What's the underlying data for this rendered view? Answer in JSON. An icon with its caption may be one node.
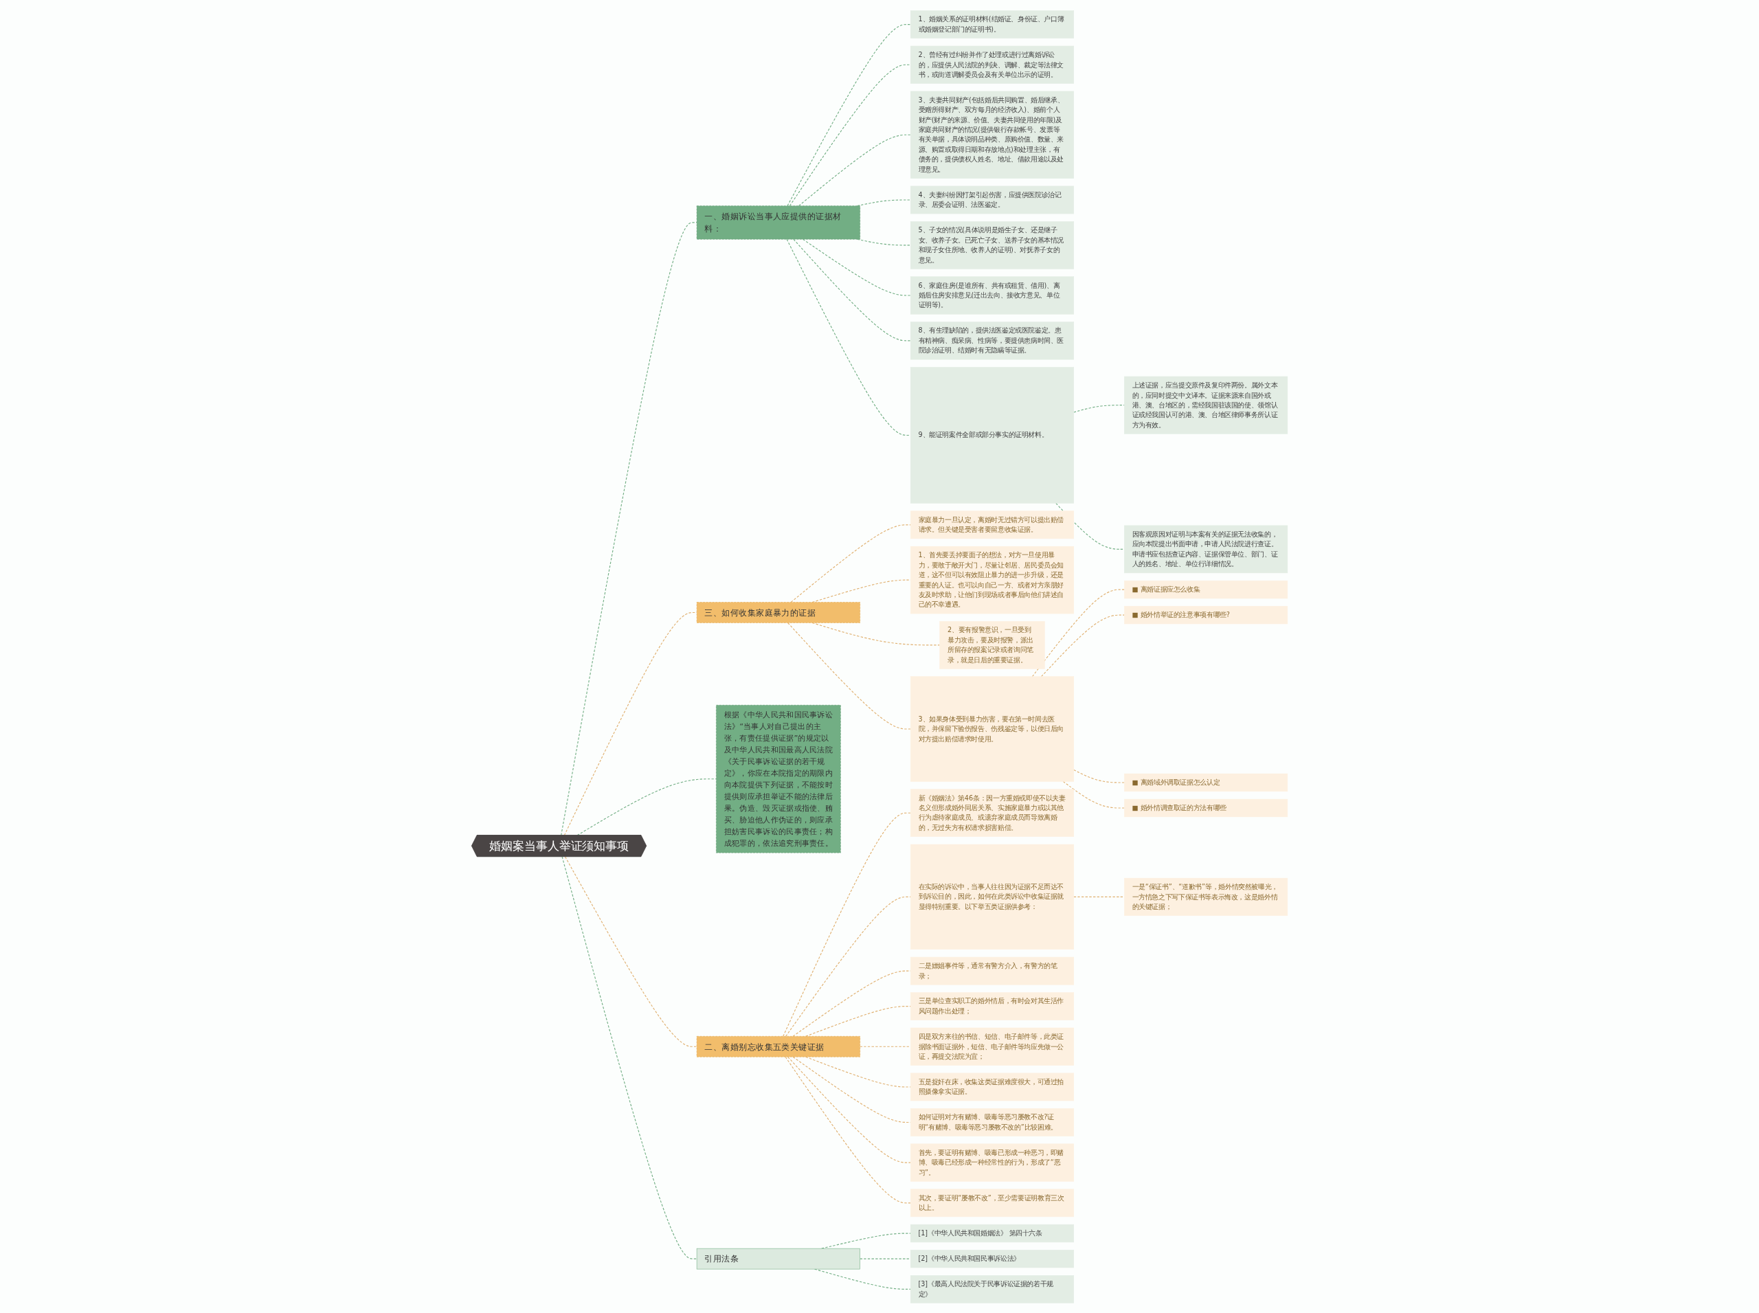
{
  "diagram": {
    "nodes": [
      {
        "text": [
          "婚姻案当事人举证须知事项"
        ]
      },
      {
        "text": [
          "一、婚姻诉讼当事人应提供的证据材料："
        ]
      },
      {
        "text": [
          "1、婚姻关系的证明材料(结婚证、身份证、户口簿或婚姻登记部门的证明书)。"
        ]
      },
      {
        "text": [
          "2、曾经有过纠纷并作了处理或进行过离婚诉讼的，应提供人民法院的判决、调解、裁定等法律文书，或街道调解委员会及有关单位出示的证明。"
        ]
      },
      {
        "text": [
          "3、夫妻共同财产(包括婚后共同购置、婚后继承、受赠所得财产、双方每月的经济收入)、婚前个人财产(财产的来源、价值、夫妻共同使用的年限)及家庭共同财产的情况(提供银行存款帐号、发票等有关单据，具体说明品种类、原购价值、数量、来源、购置或取得日期和存放地点)和处理主张，有债务的，提供债权人姓名、地址、借款用途以及处理意见。"
        ]
      },
      {
        "text": [
          "4、夫妻纠纷因打架引起伤害，应提供医院诊治记录、居委会证明、法医鉴定。"
        ]
      },
      {
        "text": [
          "5、子女的情况(具体说明是婚生子女、还是继子女、收养子女。已死亡子女、送养子女的基本情况和现子女住所地、收养人的证明)、对抚养子女的意见。"
        ]
      },
      {
        "text": [
          "6、家庭住房(是谁所有、共有或租赁、借用)、离婚后住房安排意见(迁出去向、接收方意见、单位证明等)。"
        ]
      },
      {
        "text": [
          "8、有生理缺陷的，提供法医鉴定或医院鉴定。患有精神病、痴呆病、性病等，要提供患病时间、医院诊治证明、结婚时有无隐瞒等证据。"
        ]
      },
      {
        "text": [
          "9、能证明案件全部或部分事实的证明材料。"
        ]
      },
      {
        "text": [
          "上述证据，应当提交原件及复印件两份。属外文本的，应同时提交中文译本。证据来源来自国外或港、澳、台地区的，需经我国驻该国的使、领馆认证或经我国认可的港、澳、台地区律师事务所认证方为有效。"
        ]
      },
      {
        "text": [
          "因客观原因对证明与本案有关的证据无法收集的，应向本院提出书面申请，申请人民法院进行查证。申请书应包括查证内容、证据保管单位、部门、证人的姓名、地址、单位行详细情况。"
        ]
      },
      {
        "text": [
          "三、如何收集家庭暴力的证据"
        ]
      },
      {
        "text": [
          "家庭暴力一旦认定，离婚时无过错方可以提出赔偿请求。但关键是受害者要留意收集证据。"
        ]
      },
      {
        "text": [
          "1、首先要丢掉要面子的想法，对方一旦使用暴力，要敢于敞开大门，尽量让邻居、居民委员会知道，这不但可以有效阻止暴力的进一步升级，还是重要的人证。也可以向自己一方、或者对方亲朋好友及时求助，让他们到现场或者事后向他们讲述自己的不幸遭遇。"
        ]
      },
      {
        "text": [
          "2、要有报警意识，一旦受到暴力攻击，要及时报警，派出所留存的报案记录或者询问笔录，就是日后的重要证据。"
        ]
      },
      {
        "text": [
          "3、如果身体受到暴力伤害，要在第一时间去医院，并保留下验伤报告、伤残鉴定等，以便日后向对方提出赔偿请求时使用。"
        ]
      },
      {
        "text": [
          "■ 离婚证据应怎么收集"
        ]
      },
      {
        "text": [
          "■ 婚外情举证的注意事项有哪些?"
        ]
      },
      {
        "text": [
          "■ 离婚域外调取证据怎么认定"
        ]
      },
      {
        "text": [
          "■ 婚外情调查取证的方法有哪些"
        ]
      },
      {
        "text": [
          "根据《中华人民共和国民事诉讼法》“当事人对自己提出的主张，有责任提供证据”的规定以及中华人民共和国最高人民法院《关于民事诉讼证据的若干规定》，你应在本院指定的期限内向本院提供下列证据，不能按时提供则应承担举证不能的法律后果。伪造、毁灭证据或指使、贿买、胁迫他人作伪证的，则应承担妨害民事诉讼的民事责任；构成犯罪的，依法追究刑事责任。"
        ]
      },
      {
        "text": [
          "二、离婚别忘收集五类关键证据"
        ]
      },
      {
        "text": [
          "新《婚姻法》第46条：因一方重婚或即使不以夫妻名义但形成婚外同居关系、实施家庭暴力或以其他行为虐待家庭成员、或遗弃家庭成员而导致离婚的，无过失方有权请求损害赔偿。"
        ]
      },
      {
        "text": [
          "在实际的诉讼中，当事人往往因为证据不足而达不到诉讼目的，因此，如何在此类诉讼中收集证据就显得特别重要。以下举五类证据供参考："
        ]
      },
      {
        "text": [
          "一是“保证书”、“道歉书”等，婚外情突然被曝光，一方情急之下写下保证书等表示悔改，这是婚外情的关键证据；"
        ]
      },
      {
        "text": [
          "二是嫖娼事件等，通常有警方介入，有警方的笔录；"
        ]
      },
      {
        "text": [
          "三是单位查实职工的婚外情后，有时会对其生活作风问题作出处理；"
        ]
      },
      {
        "text": [
          "四是双方来往的书信、短信、电子邮件等，此类证据除书面证据外，短信、电子邮件等均应先做一公证，再提交法院为宜；"
        ]
      },
      {
        "text": [
          "五是捉奸在床，收集这类证据难度很大，可通过拍照摄像拿实证据。"
        ]
      },
      {
        "text": [
          "如何证明对方有赌博、吸毒等恶习屡教不改?证明“有赌博、吸毒等恶习屡教不改的”比较困难。"
        ]
      },
      {
        "text": [
          "首先，要证明有赌博、吸毒已形成一种恶习，即赌博、吸毒已经形成一种经常性的行为，形成了“恶习”。"
        ]
      },
      {
        "text": [
          "其次，要证明“屡教不改”，至少需要证明教育三次以上。"
        ]
      },
      {
        "text": [
          "引用法条"
        ]
      },
      {
        "text": [
          "[1]《中华人民共和国婚姻法》 第四十六条"
        ]
      },
      {
        "text": [
          "[2]《中华人民共和国民事诉讼法》"
        ]
      },
      {
        "text": [
          "[3]《最高人民法院关于民事诉讼证据的若干规定》"
        ]
      }
    ],
    "edges": [
      {
        "from": 0,
        "to": 1,
        "arrow": "none",
        "style": "dashed",
        "color": "#72ae84"
      },
      {
        "from": 1,
        "to": 2,
        "arrow": "none",
        "style": "dashed",
        "color": "#72ae84"
      },
      {
        "from": 1,
        "to": 3,
        "arrow": "none",
        "style": "dashed",
        "color": "#72ae84"
      },
      {
        "from": 1,
        "to": 4,
        "arrow": "none",
        "style": "dashed",
        "color": "#72ae84"
      },
      {
        "from": 1,
        "to": 5,
        "arrow": "none",
        "style": "dashed",
        "color": "#72ae84"
      },
      {
        "from": 1,
        "to": 6,
        "arrow": "none",
        "style": "dashed",
        "color": "#72ae84"
      },
      {
        "from": 1,
        "to": 7,
        "arrow": "none",
        "style": "dashed",
        "color": "#72ae84"
      },
      {
        "from": 1,
        "to": 8,
        "arrow": "none",
        "style": "dashed",
        "color": "#72ae84"
      },
      {
        "from": 1,
        "to": 9,
        "arrow": "none",
        "style": "dashed",
        "color": "#72ae84"
      },
      {
        "from": 9,
        "to": 10,
        "arrow": "none",
        "style": "dashed",
        "color": "#72ae84"
      },
      {
        "from": 9,
        "to": 11,
        "arrow": "none",
        "style": "dashed",
        "color": "#72ae84"
      },
      {
        "from": 0,
        "to": 12,
        "arrow": "none",
        "style": "dashed"
      },
      {
        "from": 12,
        "to": 13,
        "arrow": "none",
        "style": "dashed"
      },
      {
        "from": 12,
        "to": 14,
        "arrow": "none",
        "style": "dashed"
      },
      {
        "from": 12,
        "to": 15,
        "arrow": "none",
        "style": "dashed"
      },
      {
        "from": 12,
        "to": 16,
        "arrow": "none",
        "style": "dashed"
      },
      {
        "from": 16,
        "to": 17,
        "arrow": "none",
        "style": "dashed"
      },
      {
        "from": 16,
        "to": 18,
        "arrow": "none",
        "style": "dashed"
      },
      {
        "from": 16,
        "to": 19,
        "arrow": "none",
        "style": "dashed"
      },
      {
        "from": 16,
        "to": 20,
        "arrow": "none",
        "style": "dashed"
      },
      {
        "from": 0,
        "to": 21,
        "arrow": "none",
        "style": "dashed",
        "color": "#72ae84"
      },
      {
        "from": 0,
        "to": 22,
        "arrow": "none",
        "style": "dashed"
      },
      {
        "from": 22,
        "to": 23,
        "arrow": "none",
        "style": "dashed"
      },
      {
        "from": 22,
        "to": 24,
        "arrow": "none",
        "style": "dashed"
      },
      {
        "from": 24,
        "to": 25,
        "arrow": "none",
        "style": "dashed"
      },
      {
        "from": 22,
        "to": 26,
        "arrow": "none",
        "style": "dashed"
      },
      {
        "from": 22,
        "to": 27,
        "arrow": "none",
        "style": "dashed"
      },
      {
        "from": 22,
        "to": 28,
        "arrow": "none",
        "style": "dashed"
      },
      {
        "from": 22,
        "to": 29,
        "arrow": "none",
        "style": "dashed"
      },
      {
        "from": 22,
        "to": 30,
        "arrow": "none",
        "style": "dashed"
      },
      {
        "from": 22,
        "to": 31,
        "arrow": "none",
        "style": "dashed"
      },
      {
        "from": 22,
        "to": 32,
        "arrow": "none",
        "style": "dashed"
      },
      {
        "from": 0,
        "to": 33,
        "arrow": "none",
        "style": "dashed",
        "color": "#72ae84"
      },
      {
        "from": 33,
        "to": 34,
        "arrow": "none",
        "style": "dashed",
        "color": "#72ae84"
      },
      {
        "from": 33,
        "to": 35,
        "arrow": "none",
        "style": "dashed",
        "color": "#72ae84"
      },
      {
        "from": 33,
        "to": 36,
        "arrow": "none",
        "style": "dashed",
        "color": "#72ae84"
      }
    ]
  }
}
